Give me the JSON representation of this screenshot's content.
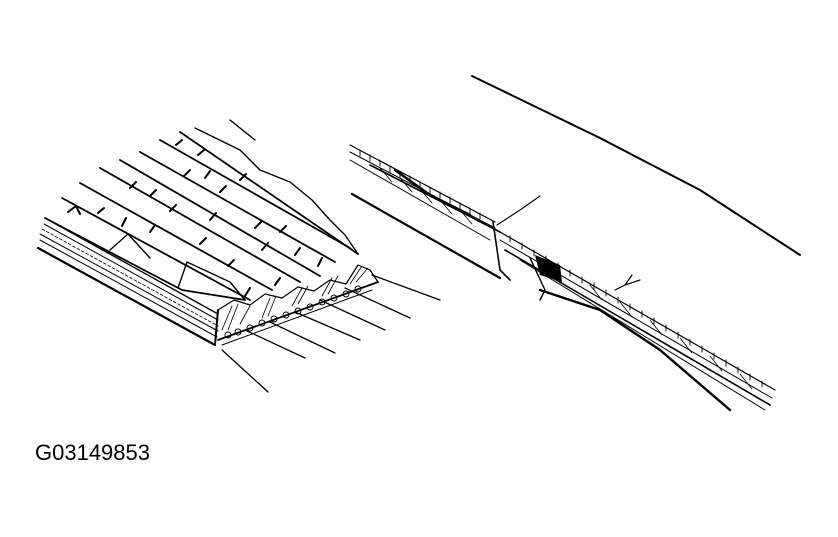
{
  "figure": {
    "id_label": "G03149853",
    "description": "Ribbed drive belt wear illustration: cracked ribbed belt (left) and cross-section of belt with separated layers (right)",
    "panels": [
      {
        "name": "cracked-ribbed-belt",
        "position": "left"
      },
      {
        "name": "belt-layer-separation",
        "position": "right"
      }
    ],
    "colors": {
      "ink": "#000000",
      "background": "#ffffff"
    }
  }
}
